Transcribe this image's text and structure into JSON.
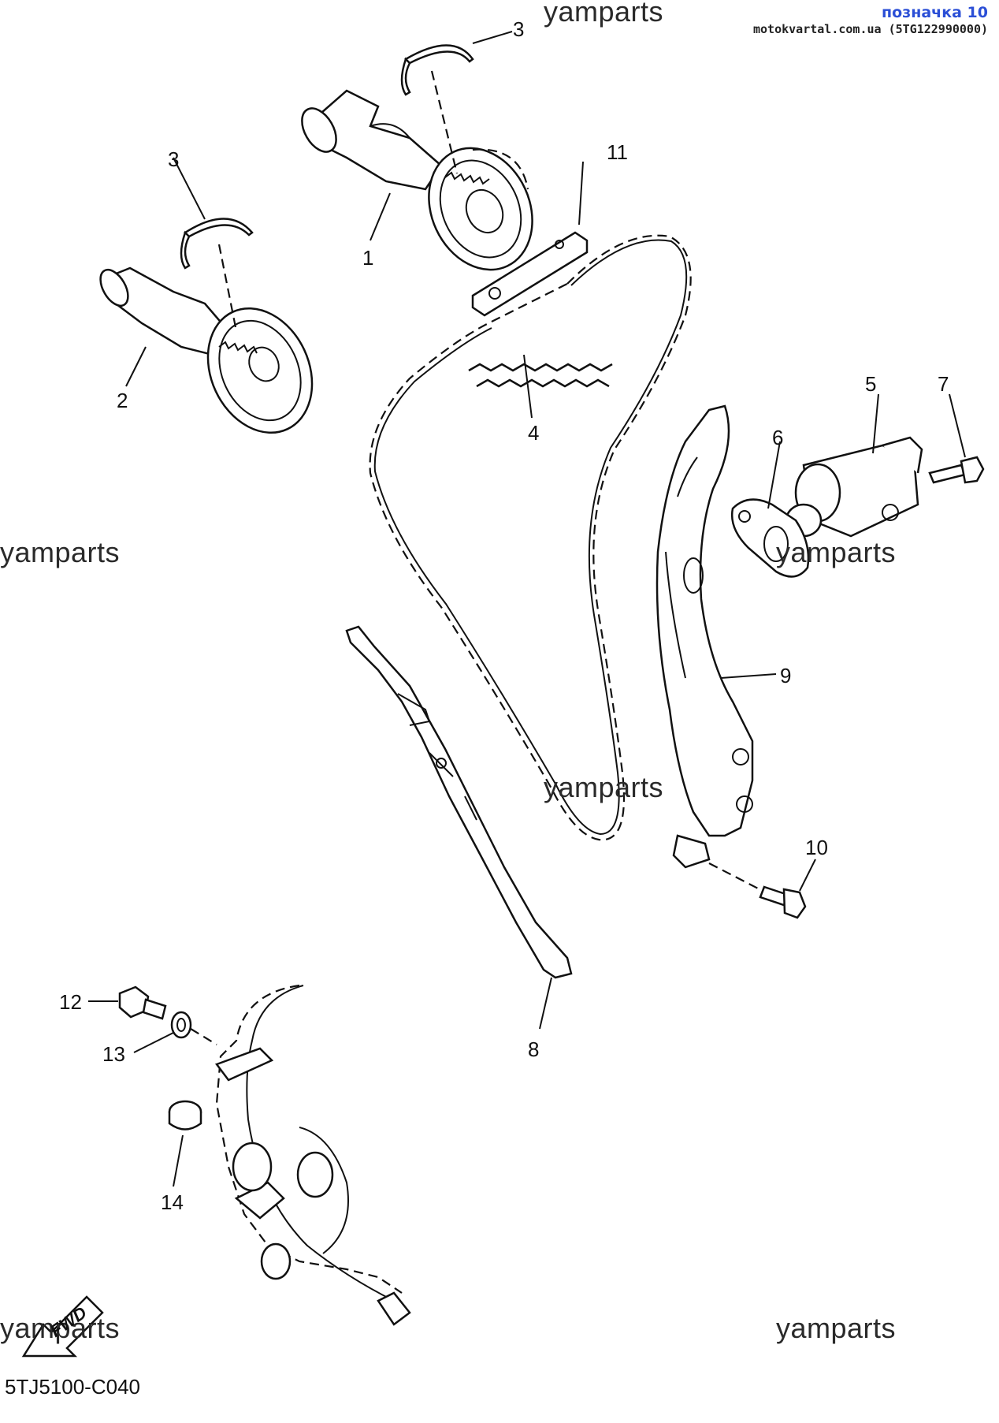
{
  "header": {
    "label": "позначка 10",
    "source": "motokvartal.com.ua (5TG122990000)"
  },
  "watermarks": [
    {
      "id": "wm-top",
      "text": "yamparts"
    },
    {
      "id": "wm-left",
      "text": "yamparts"
    },
    {
      "id": "wm-right",
      "text": "yamparts"
    },
    {
      "id": "wm-center",
      "text": "yamparts"
    },
    {
      "id": "wm-bottom-left",
      "text": "yamparts"
    },
    {
      "id": "wm-bottom-right",
      "text": "yamparts"
    }
  ],
  "parts": [
    {
      "num": "1"
    },
    {
      "num": "2"
    },
    {
      "num": "3"
    },
    {
      "num": "3"
    },
    {
      "num": "4"
    },
    {
      "num": "5"
    },
    {
      "num": "6"
    },
    {
      "num": "7"
    },
    {
      "num": "8"
    },
    {
      "num": "9"
    },
    {
      "num": "10"
    },
    {
      "num": "11"
    },
    {
      "num": "12"
    },
    {
      "num": "13"
    },
    {
      "num": "14"
    }
  ],
  "fwd_label": "FWD",
  "diagram_code": "5TJ5100-C040"
}
